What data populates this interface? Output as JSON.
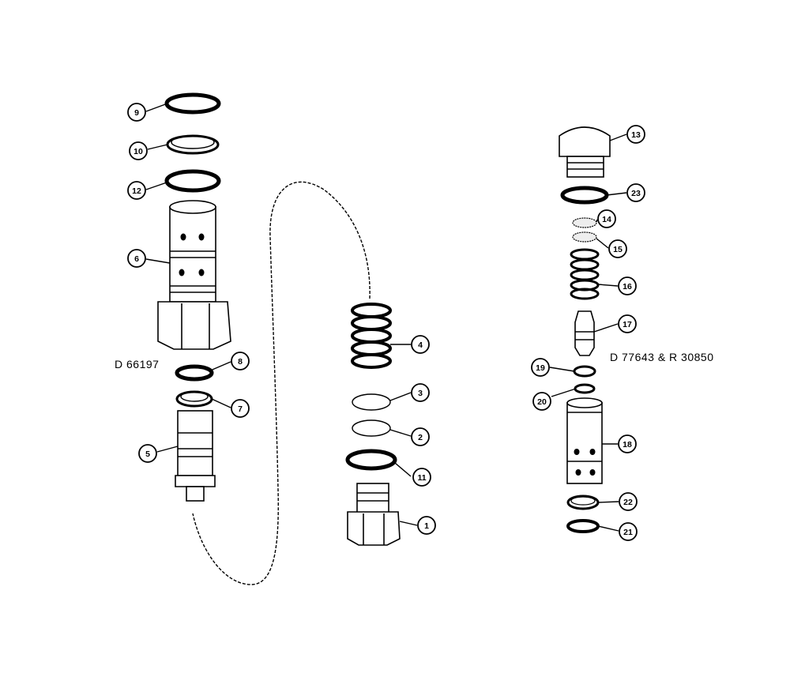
{
  "diagram": {
    "captions": {
      "left": "D 66197",
      "right": "D 77643 & R 30850"
    },
    "callouts": {
      "c1": "1",
      "c2": "2",
      "c3": "3",
      "c4": "4",
      "c5": "5",
      "c6": "6",
      "c7": "7",
      "c8": "8",
      "c9": "9",
      "c10": "10",
      "c11": "11",
      "c12": "12",
      "c13": "13",
      "c14": "14",
      "c15": "15",
      "c16": "16",
      "c17": "17",
      "c18": "18",
      "c19": "19",
      "c20": "20",
      "c21": "21",
      "c22": "22",
      "c23": "23"
    }
  }
}
